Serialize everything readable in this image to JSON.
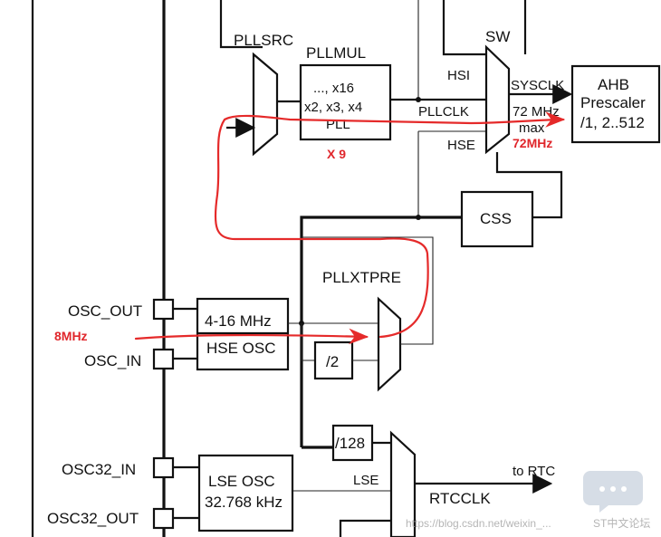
{
  "blocks": {
    "pllsrc": "PLLSRC",
    "pllmul": "PLLMUL",
    "pll_line1": "..., x16",
    "pll_line2": "x2, x3, x4",
    "pll_line3": "PLL",
    "sw": "SW",
    "hsi": "HSI",
    "sysclk": "SYSCLK",
    "pllclk": "PLLCLK",
    "hse": "HSE",
    "sysclk_max1": "72 MHz",
    "sysclk_max2": "max",
    "ahb1": "AHB",
    "ahb2": "Prescaler",
    "ahb3": "/1, 2..512",
    "css": "CSS",
    "pllxtpre": "PLLXTPRE",
    "hse_osc1": "4-16 MHz",
    "hse_osc2": "HSE OSC",
    "div2": "/2",
    "div128": "/128",
    "lse_osc1": "LSE OSC",
    "lse_osc2": "32.768 kHz",
    "lse": "LSE",
    "rtcclk": "RTCCLK",
    "to_rtc": "to RTC"
  },
  "pins": {
    "osc_out": "OSC_OUT",
    "osc_in": "OSC_IN",
    "osc32_in": "OSC32_IN",
    "osc32_out": "OSC32_OUT"
  },
  "annotations": {
    "x9": "X 9",
    "f72": "72MHz",
    "f8": "8MHz",
    "annotation_color": "#e0262b"
  },
  "watermark": {
    "url": "https://blog.csdn.net/weixin_...",
    "forum": "ST中文论坛"
  }
}
